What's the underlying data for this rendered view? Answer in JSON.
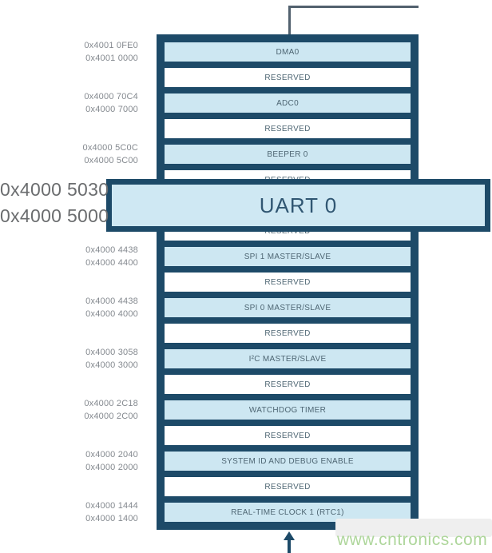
{
  "column": {
    "rows": [
      {
        "kind": "peripheral",
        "label": "DMA0",
        "addr_top": "0x4001 0FE0",
        "addr_bottom": "0x4001 0000"
      },
      {
        "kind": "reserved",
        "label": "RESERVED"
      },
      {
        "kind": "peripheral",
        "label": "ADC0",
        "addr_top": "0x4000 70C4",
        "addr_bottom": "0x4000 7000"
      },
      {
        "kind": "reserved",
        "label": "RESERVED"
      },
      {
        "kind": "peripheral",
        "label": "BEEPER 0",
        "addr_top": "0x4000 5C0C",
        "addr_bottom": "0x4000 5C00"
      },
      {
        "kind": "reserved",
        "label": "RESERVED"
      },
      {
        "kind": "peripheral",
        "label": "UART 0",
        "covered_by_callout": true
      },
      {
        "kind": "reserved",
        "label": "RESERVED"
      },
      {
        "kind": "peripheral",
        "label": "SPI 1 MASTER/SLAVE",
        "addr_top": "0x4000 4438",
        "addr_bottom": "0x4000 4400"
      },
      {
        "kind": "reserved",
        "label": "RESERVED"
      },
      {
        "kind": "peripheral",
        "label": "SPI 0 MASTER/SLAVE",
        "addr_top": "0x4000 4438",
        "addr_bottom": "0x4000 4000"
      },
      {
        "kind": "reserved",
        "label": "RESERVED"
      },
      {
        "kind": "peripheral",
        "label": "I²C MASTER/SLAVE",
        "addr_top": "0x4000 3058",
        "addr_bottom": "0x4000 3000"
      },
      {
        "kind": "reserved",
        "label": "RESERVED"
      },
      {
        "kind": "peripheral",
        "label": "WATCHDOG TIMER",
        "addr_top": "0x4000 2C18",
        "addr_bottom": "0x4000 2C00"
      },
      {
        "kind": "reserved",
        "label": "RESERVED"
      },
      {
        "kind": "peripheral",
        "label": "SYSTEM ID AND DEBUG ENABLE",
        "addr_top": "0x4000 2040",
        "addr_bottom": "0x4000 2000"
      },
      {
        "kind": "reserved",
        "label": "RESERVED"
      },
      {
        "kind": "peripheral",
        "label": "REAL-TIME CLOCK 1 (RTC1)",
        "addr_top": "0x4000 1444",
        "addr_bottom": "0x4000 1400"
      }
    ]
  },
  "callout": {
    "label": "UART 0",
    "addr_top": "0x4000 5030",
    "addr_bottom": "0x4000 5000"
  },
  "watermark": "www.cntronics.com",
  "colors": {
    "navy": "#1d4a68",
    "row_blue": "#cde7f2",
    "row_blue_light": "#cfe8f3",
    "row_text": "#4e6673",
    "addr_text": "#84898f",
    "callout_text": "#305672",
    "callout_addr_text": "#6b6d6f",
    "watermark_green": "#aed69b",
    "connector": "#52616e"
  }
}
